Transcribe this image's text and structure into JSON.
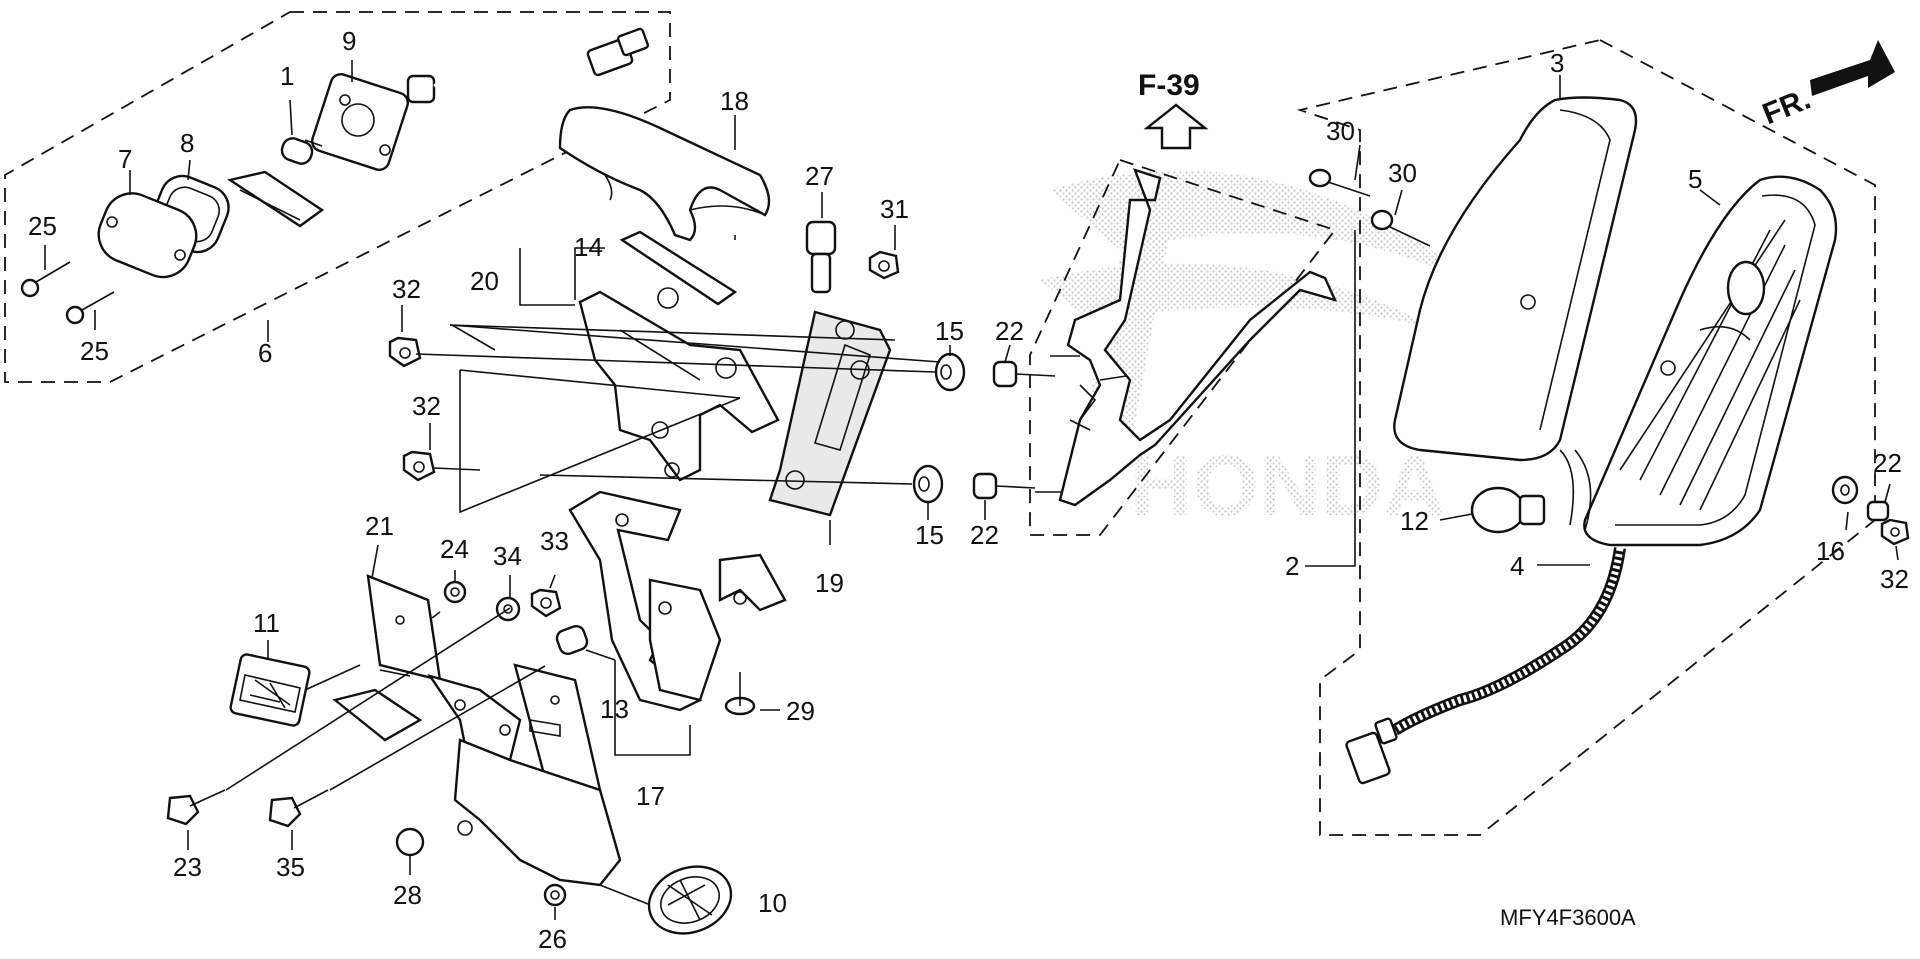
{
  "diagram": {
    "section_ref": "F-39",
    "direction_label": "FR.",
    "drawing_code": "MFY4F3600A",
    "watermark_text": "HONDA",
    "callouts": {
      "c1": "1",
      "c2": "2",
      "c3": "3",
      "c4": "4",
      "c5": "5",
      "c6": "6",
      "c7": "7",
      "c8": "8",
      "c9": "9",
      "c10": "10",
      "c11": "11",
      "c12": "12",
      "c13": "13",
      "c14": "14",
      "c15a": "15",
      "c15b": "15",
      "c16": "16",
      "c17": "17",
      "c18": "18",
      "c19": "19",
      "c20": "20",
      "c21": "21",
      "c22a": "22",
      "c22b": "22",
      "c22c": "22",
      "c23": "23",
      "c24": "24",
      "c25a": "25",
      "c25b": "25",
      "c26": "26",
      "c27": "27",
      "c28": "28",
      "c29": "29",
      "c30a": "30",
      "c30b": "30",
      "c31": "31",
      "c32a": "32",
      "c32b": "32",
      "c32c": "32",
      "c33": "33",
      "c34": "34",
      "c35": "35"
    },
    "colors": {
      "ink": "#111111",
      "paper": "#ffffff",
      "shade": "#e9e9e9",
      "watermark": "#bdbdbd"
    }
  }
}
